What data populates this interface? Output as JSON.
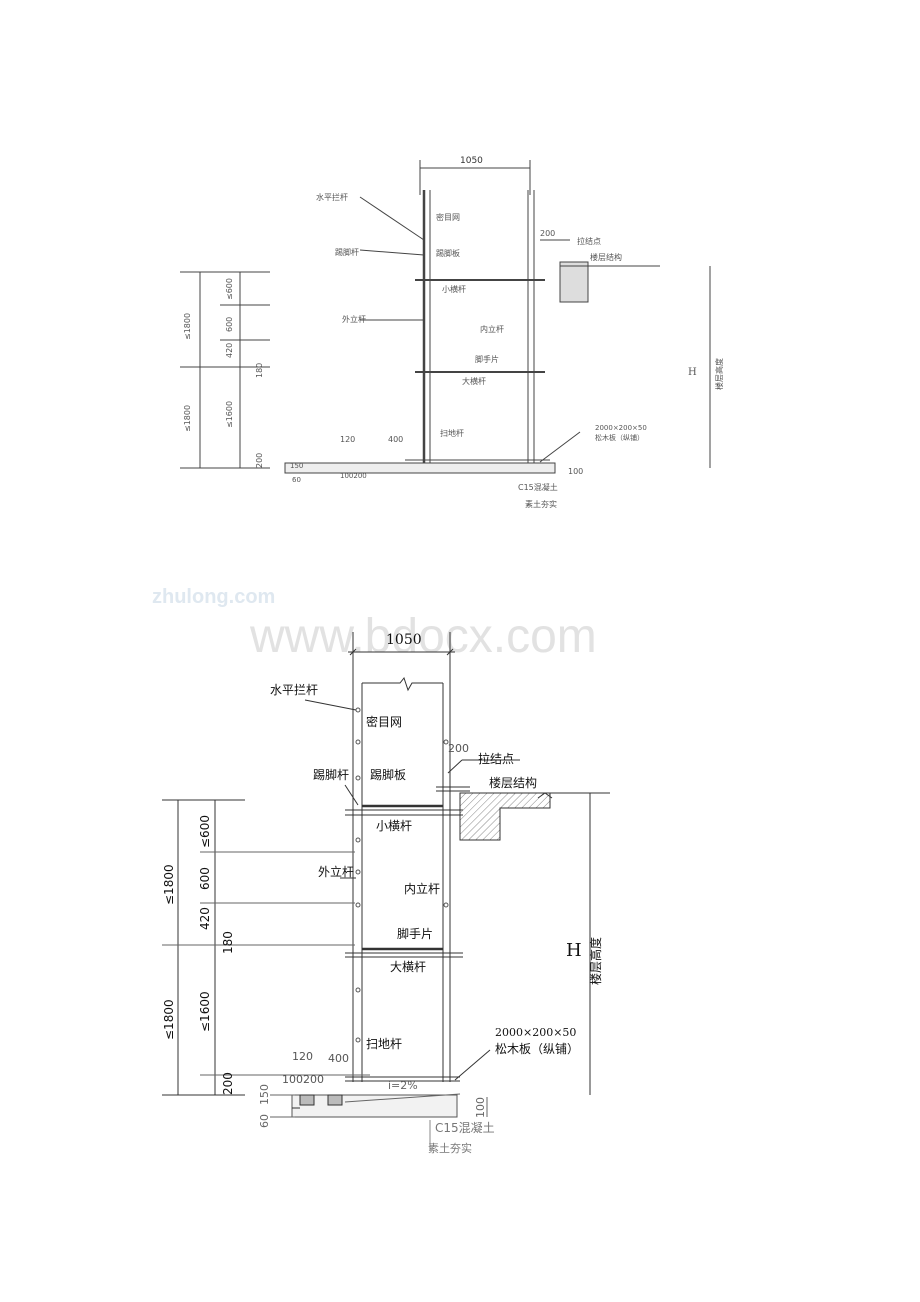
{
  "watermark": {
    "site": "zhulong.com",
    "domain": "www.bdocx.com"
  },
  "top_drawing": {
    "width_label": "1050",
    "labels": {
      "horizontal_rail": "水平拦杆",
      "dense_net": "密目网",
      "toe_rod": "踢脚杆",
      "toe_board": "踢脚板",
      "dim_200": "200",
      "tie_point": "拉结点",
      "floor_structure": "楼层结构",
      "small_cross": "小横杆",
      "outer_post": "外立杆",
      "inner_post": "内立杆",
      "scaffold_board": "脚手片",
      "big_cross": "大横杆",
      "sweep_rod": "扫地杆",
      "plank_size": "2000×200×50",
      "plank_desc": "松木板（纵铺）",
      "concrete": "C15混凝土",
      "soil": "素土夯实",
      "floor_height": "楼层高度",
      "dim_le1800": "≤1800",
      "dim_le600": "≤600",
      "dim_600": "600",
      "dim_420": "420",
      "dim_180": "180",
      "dim_le1600": "≤1600",
      "dim_200b": "200",
      "dim_120": "120",
      "dim_400": "400",
      "dim_100_200": "100200",
      "dim_60": "60",
      "dim_150": "150",
      "dim_100": "100",
      "H": "H"
    }
  },
  "bottom_drawing": {
    "width_label": "1050",
    "labels": {
      "horizontal_rail": "水平拦杆",
      "dense_net": "密目网",
      "toe_rod": "踢脚杆",
      "toe_board": "踢脚板",
      "dim_200": "200",
      "tie_point": "拉结点",
      "floor_structure": "楼层结构",
      "small_cross": "小横杆",
      "outer_post": "外立杆",
      "inner_post": "内立杆",
      "scaffold_board": "脚手片",
      "big_cross": "大横杆",
      "sweep_rod": "扫地杆",
      "plank_size": "2000×200×50",
      "plank_desc": "松木板（纵铺）",
      "concrete": "C15混凝土",
      "soil": "素土夯实",
      "floor_height": "楼层高度",
      "slope": "i=2%",
      "H": "H",
      "dim_le1800_top": "≤1800",
      "dim_le600": "≤600",
      "dim_600": "600",
      "dim_420": "420",
      "dim_180": "180",
      "dim_le1800_bottom": "≤1800",
      "dim_le1600": "≤1600",
      "dim_200b": "200",
      "dim_120": "120",
      "dim_400": "400",
      "dim_100_200": "100200",
      "dim_60": "60",
      "dim_150": "150",
      "dim_100": "100"
    }
  },
  "colors": {
    "line": "#333333",
    "thin": "#555555",
    "watermark": "#e4e4e4",
    "hatch": "#777777"
  }
}
